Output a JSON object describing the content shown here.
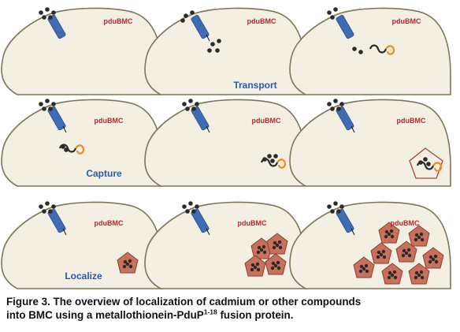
{
  "panels": [
    {
      "bmc_label": "pduBMC",
      "step_label": ""
    },
    {
      "bmc_label": "pduBMC",
      "step_label": "Transport"
    },
    {
      "bmc_label": "pduBMC",
      "step_label": ""
    },
    {
      "bmc_label": "pduBMC",
      "step_label": "Capture"
    },
    {
      "bmc_label": "pduBMC",
      "step_label": ""
    },
    {
      "bmc_label": "pduBMC",
      "step_label": ""
    },
    {
      "bmc_label": "pduBMC",
      "step_label": "Localize"
    },
    {
      "bmc_label": "pduBMC",
      "step_label": ""
    },
    {
      "bmc_label": "pduBMC",
      "step_label": ""
    }
  ],
  "caption": {
    "line1": "Figure 3. The overview of localization of cadmium or other compounds",
    "line2_before_sup": "into BMC using a metallothionein-PduP",
    "sup": "1-18",
    "line2_after_sup": " fusion protein."
  },
  "colors": {
    "membrane_fill": "#f3f0e3",
    "membrane_stroke": "#7c7559",
    "arrow": "#e8191e",
    "transporter": "#3f6db5",
    "label_red": "#c8202b",
    "label_blue": "#2a5aa8",
    "cadmium": "#2b2b2b",
    "tag_orange": "#f08a1a",
    "compartment_fill": "#c9705d"
  }
}
